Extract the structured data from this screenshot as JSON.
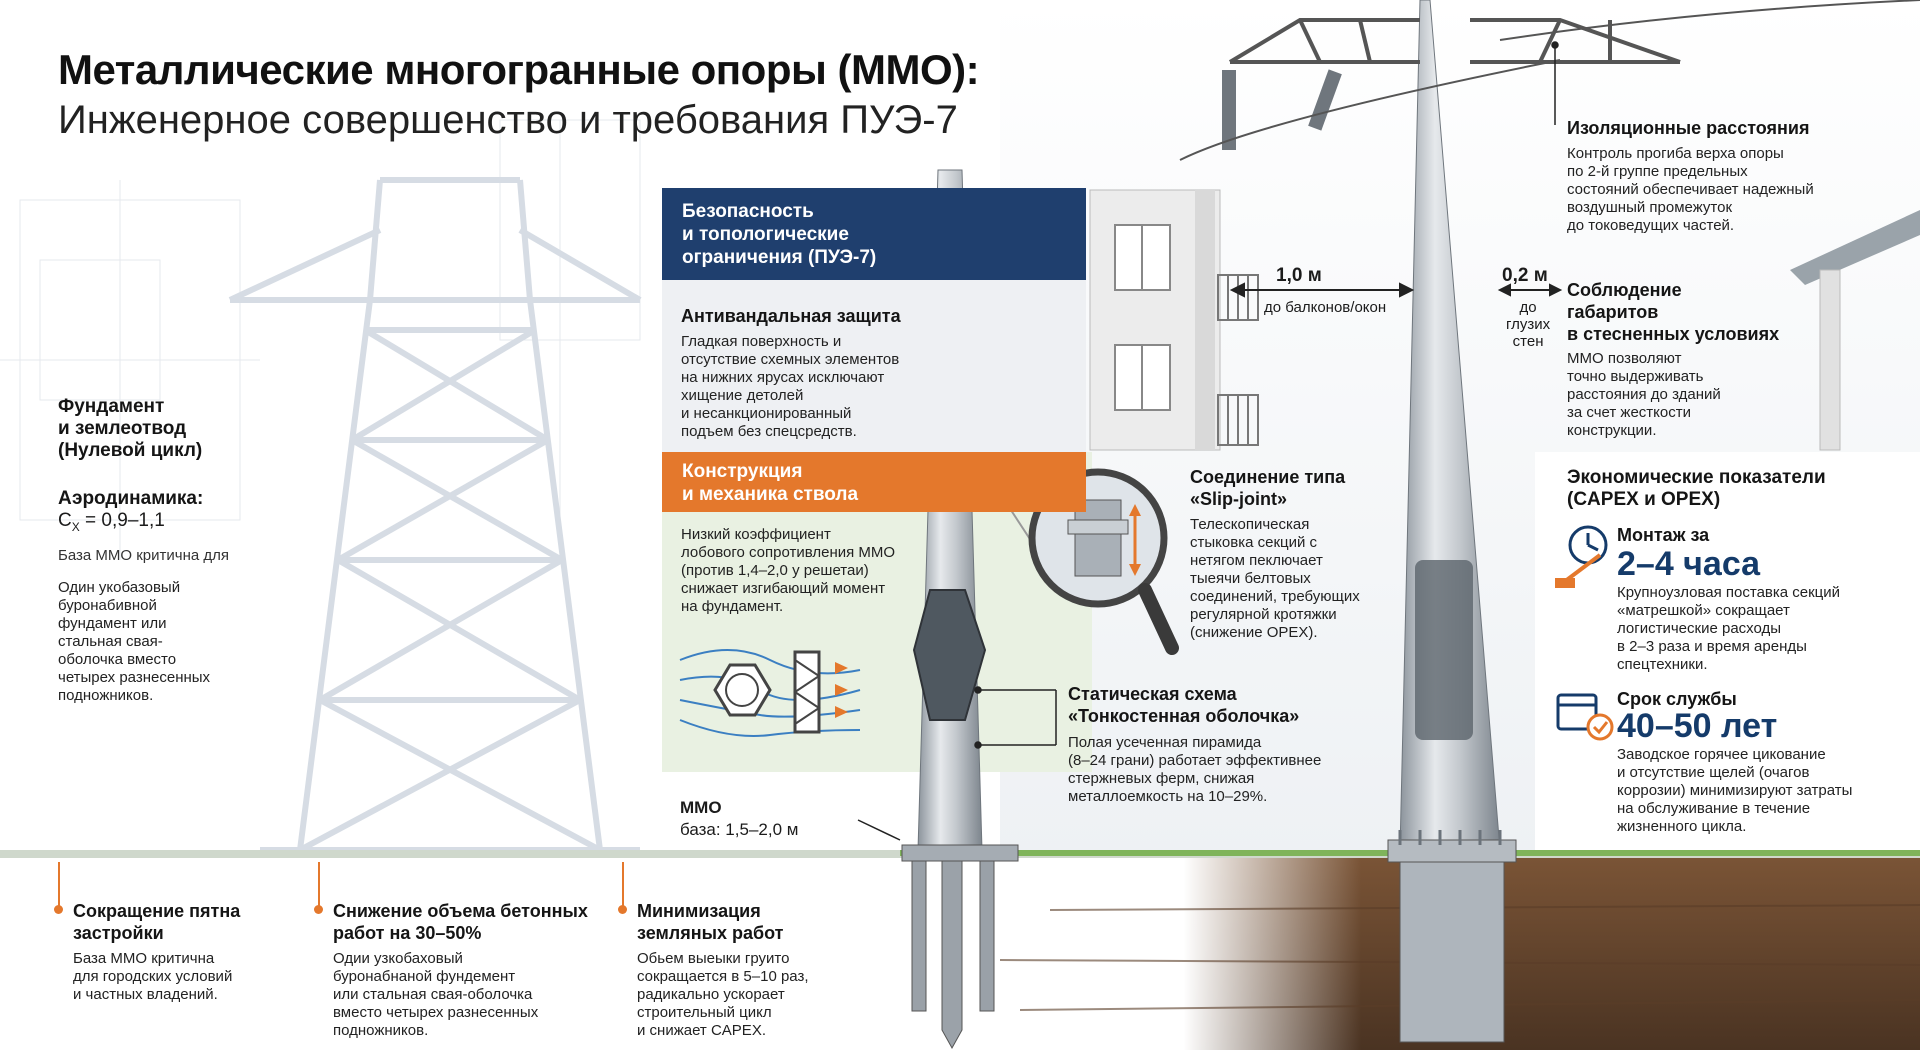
{
  "title": {
    "line1": "Металлические многогранные опоры (ММО):",
    "line2": "Инженерное совершенство и требования ПУЭ-7"
  },
  "left": {
    "foundation_heading": "Фундамент\nи землеотвод\n(Нулевой цикл)",
    "aero_heading": "Аэродинамика:",
    "cx_symbol": "C",
    "cx_sub": "X",
    "cx_value": " = 0,9–1,1",
    "base_note": "База ММО критична для",
    "foundation_text": "Один укобазовый\nбуронабивной\nфундамент или\nстальная свая-\nоболочка вместо\nчетырех разнесенных\nподножников."
  },
  "panel": {
    "safety_header": "Безопасность\nи топологические\nограничения (ПУЭ-7)",
    "antivandal_heading": "Антивандальная защита",
    "antivandal_text": "Гладкая поверхность и\nотсутствие схемных элементов\nна нижних ярусах исключают\nхищение детолей\nи несанкционированный\nподъем без спецсредств.",
    "construction_header": "Конструкция\nи механика ствола",
    "construction_text": "Низкий коэффициент\nлобового сопротивления ММО\n(против 1,4–2,0 у решетаи)\nснижает изгибающий момент\nна фундамент."
  },
  "center": {
    "slip_heading": "Соединение типа\n«Slip-joint»",
    "slip_text": "Телескопическая\nстыковка секций с\nнетягом пеключает\nтыеячи белтовых\nсоединений, требующих\nрегулярной кротяжки\n(снижение OPEX).",
    "static_heading": "Статическая схема\n«Тонкостенная оболочка»",
    "static_text": "Полая усеченная пирамида\n(8–24 грани) работает эффективнее\nстержневых ферм, снижая\nметаллоемкость на 10–29%.",
    "mmo_label": "ММО",
    "mmo_base": "база: 1,5–2,0 м",
    "dist_balcony_value": "1,0 м",
    "dist_balcony_label": "до балконов/окон",
    "dist_wall_value": "0,2 м",
    "dist_wall_label": "до\nглузих\nстен"
  },
  "right": {
    "insulation_heading": "Изоляционные расстояния",
    "insulation_text": "Контроль прогиба верха опоры\nпо 2-й группе предельных\nсостояний обеспечивает надежный\nвоздушный промежуток\nдо токоведущих частей.",
    "clearance_heading": "Соблюдение\nгабаритов\nв стесненных условиях",
    "clearance_text": "ММО позволяют\nточно выдерживать\nрасстояния до зданий\nза счет жесткости\nконструкции.",
    "econ_heading": "Экономические показатели\n(CAPEX и OPEX)",
    "mount_label": "Монтаж за",
    "mount_value": "2–4 часа",
    "mount_text": "Крупноузловая поставка секций\n«матрешкой» сокращает\nлогистические расходы\nв 2–3 раза и время аренды\nспецтехники.",
    "life_label": "Срок службы",
    "life_value": "40–50 лет",
    "life_text": "Заводское горячее цикование\nи отсутствие щелей (очагов\nкоррозии) минимизируют затраты\nна обслуживание в течение\nжизненного цикла."
  },
  "bottom": [
    {
      "heading": "Сокращение пятна\nзастройки",
      "text": "База ММО критична\nдля городских условий\nи частных владений."
    },
    {
      "heading": "Снижение объема бетонных\nработ на 30–50%",
      "text": "Одии узкобаховый\nбуронабнаной фундемент\nили стальная свая-оболочка\nвместо четырех разнесенных\nподножников."
    },
    {
      "heading": "Минимизация\nземляных работ",
      "text": "Обьем выеыки груито\nсокращается в 5–10 раз,\nрадикально ускорает\nстроительный цикл\nи снижает CAPEX."
    }
  ],
  "colors": {
    "navy": "#1f3f6e",
    "orange": "#e4782c",
    "accent_dark": "#153b6a",
    "soil": "#6a4a33",
    "grass": "#7fb45a"
  }
}
